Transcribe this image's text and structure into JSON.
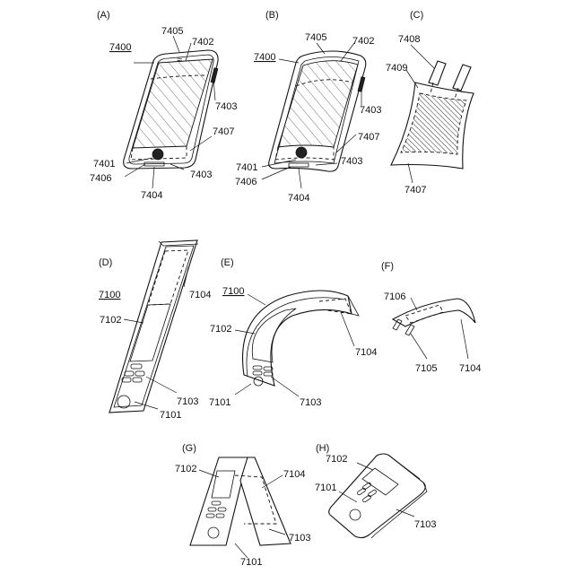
{
  "panels": {
    "A": {
      "label": "(A)",
      "refs": {
        "device": "7400",
        "housing_top": "7405",
        "display": "7402",
        "side_button": "7403",
        "battery": "7407",
        "mic": "7401",
        "port": "7406",
        "bottom_button": "7403",
        "speaker": "7404"
      }
    },
    "B": {
      "label": "(B)",
      "refs": {
        "device": "7400",
        "housing_top": "7405",
        "display": "7402",
        "side_button": "7403",
        "battery": "7407",
        "mic": "7401",
        "port": "7406",
        "bottom_button": "7403",
        "speaker": "7404"
      }
    },
    "C": {
      "label": "(C)",
      "refs": {
        "lead": "7408",
        "electrode": "7409",
        "battery": "7407"
      }
    },
    "D": {
      "label": "(D)",
      "refs": {
        "device": "7100",
        "battery": "7104",
        "display": "7102",
        "button": "7103",
        "housing": "7101"
      }
    },
    "E": {
      "label": "(E)",
      "refs": {
        "device": "7100",
        "display": "7102",
        "battery": "7104",
        "housing": "7101",
        "button": "7103"
      }
    },
    "F": {
      "label": "(F)",
      "refs": {
        "electrode": "7106",
        "lead": "7105",
        "battery": "7104"
      }
    },
    "G": {
      "label": "(G)",
      "refs": {
        "display": "7102",
        "battery": "7104",
        "button": "7103",
        "housing": "7101"
      }
    },
    "H": {
      "label": "(H)",
      "refs": {
        "display": "7102",
        "housing": "7101",
        "button": "7103"
      }
    }
  }
}
